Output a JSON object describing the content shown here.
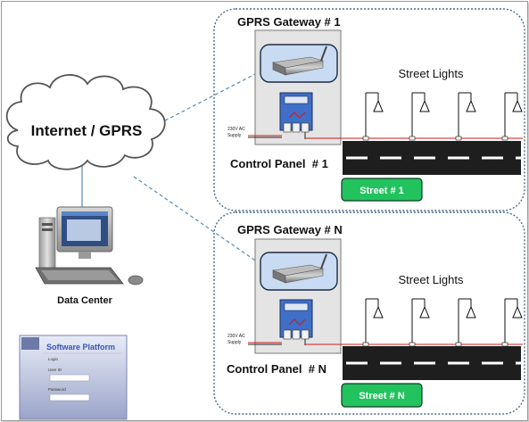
{
  "internet": {
    "label": "Internet / GPRS"
  },
  "data_center": {
    "label": "Data Center"
  },
  "software": {
    "title": "Software Platform",
    "login_label": "Login",
    "user_label": "User ID",
    "password_label": "Password"
  },
  "sites": [
    {
      "gateway_title": "GPRS Gateway # 1",
      "street_lights_label": "Street Lights",
      "control_panel_label": "Control Panel  # 1",
      "supply_line1": "230V AC",
      "supply_line2": "Supply",
      "street_label": "Street # 1"
    },
    {
      "gateway_title": "GPRS Gateway # N",
      "street_lights_label": "Street Lights",
      "control_panel_label": "Control Panel  # N",
      "supply_line1": "230V AC",
      "supply_line2": "Supply",
      "street_label": "Street # N"
    }
  ],
  "colors": {
    "cloud_stroke": "#555555",
    "link_dashed": "#5a8ab0",
    "site_border": "#4a6a88",
    "gateway_fill": "#c9dbf2",
    "gateway_stroke": "#1c2c44",
    "panel_fill": "#e4e4e4",
    "box_fill": "#3f6fc7",
    "road": "#1e1e1e",
    "supply_wire": "#d01818",
    "street_badge": "#22c35e"
  }
}
